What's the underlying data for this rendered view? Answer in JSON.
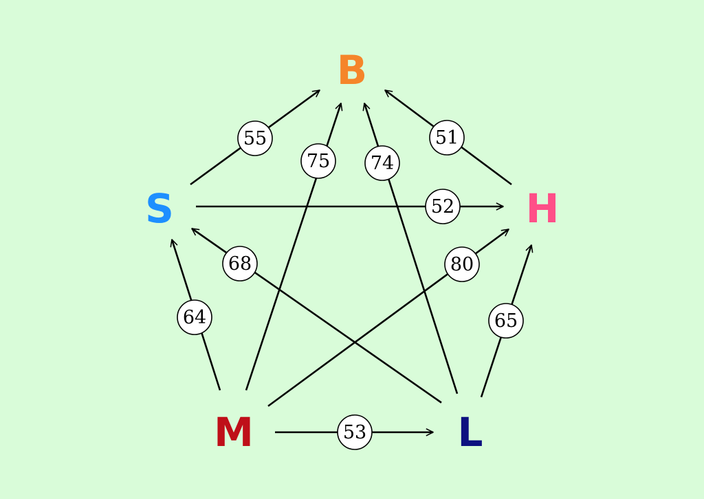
{
  "colors": {
    "background": "#d9fcd9",
    "B": "#f5852a",
    "S": "#1e8fff",
    "H": "#ff4f88",
    "M": "#bf0f19",
    "L": "#0d1180"
  },
  "nodes": [
    {
      "id": "B",
      "label": "B"
    },
    {
      "id": "S",
      "label": "S"
    },
    {
      "id": "H",
      "label": "H"
    },
    {
      "id": "M",
      "label": "M"
    },
    {
      "id": "L",
      "label": "L"
    }
  ],
  "edges": [
    {
      "from": "S",
      "to": "B",
      "weight": "55"
    },
    {
      "from": "M",
      "to": "B",
      "weight": "75"
    },
    {
      "from": "L",
      "to": "B",
      "weight": "74"
    },
    {
      "from": "H",
      "to": "B",
      "weight": "51"
    },
    {
      "from": "S",
      "to": "H",
      "weight": "52"
    },
    {
      "from": "L",
      "to": "S",
      "weight": "68"
    },
    {
      "from": "M",
      "to": "H",
      "weight": "80"
    },
    {
      "from": "M",
      "to": "S",
      "weight": "64"
    },
    {
      "from": "L",
      "to": "H",
      "weight": "65"
    },
    {
      "from": "M",
      "to": "L",
      "weight": "53"
    }
  ]
}
